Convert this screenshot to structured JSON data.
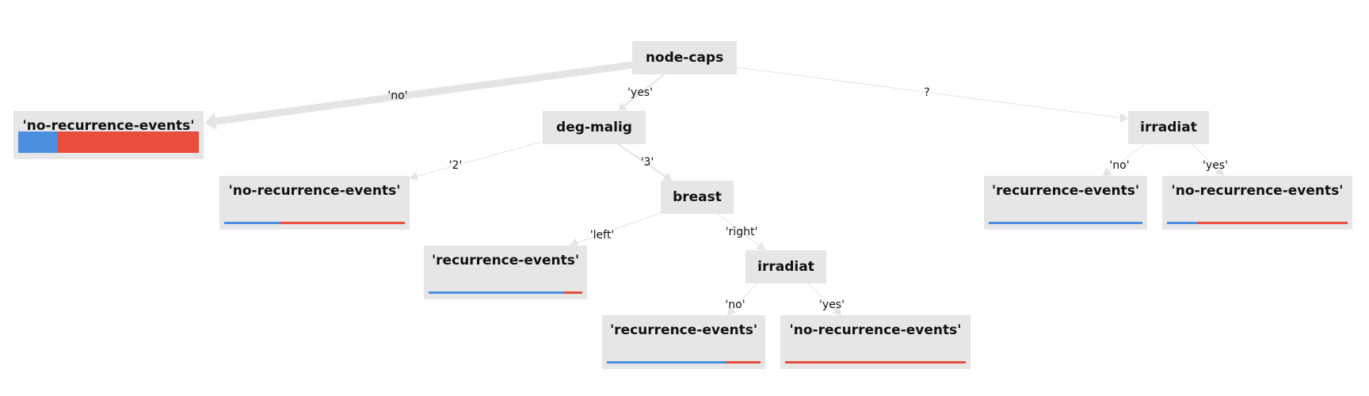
{
  "colors": {
    "recurrence": "#4a8fe0",
    "no_recurrence": "#e84d3d",
    "node_bg": "#e6e6e6",
    "edge": "#e4e4e4"
  },
  "nodes": {
    "root": {
      "label": "node-caps"
    },
    "leaf_caps_no": {
      "label": "'no-recurrence-events'",
      "recurrence_share": 0.22
    },
    "deg_malig": {
      "label": "deg-malig"
    },
    "irradiat_q": {
      "label": "irradiat"
    },
    "leaf_deg2": {
      "label": "'no-recurrence-events'",
      "recurrence_share": 0.31
    },
    "breast": {
      "label": "breast"
    },
    "leaf_left": {
      "label": "'recurrence-events'",
      "recurrence_share": 0.88
    },
    "irradiat_r": {
      "label": "irradiat"
    },
    "leaf_irr_no": {
      "label": "'recurrence-events'",
      "recurrence_share": 0.78
    },
    "leaf_irr_yes": {
      "label": "'no-recurrence-events'",
      "recurrence_share": 0.0
    },
    "leaf_q_no": {
      "label": "'recurrence-events'",
      "recurrence_share": 1.0
    },
    "leaf_q_yes": {
      "label": "'no-recurrence-events'",
      "recurrence_share": 0.17
    }
  },
  "edges": {
    "root_no": "'no'",
    "root_yes": "'yes'",
    "root_q": "?",
    "deg_2": "'2'",
    "deg_3": "'3'",
    "breast_left": "'left'",
    "breast_right": "'right'",
    "irr_r_no": "'no'",
    "irr_r_yes": "'yes'",
    "irr_q_no": "'no'",
    "irr_q_yes": "'yes'"
  }
}
